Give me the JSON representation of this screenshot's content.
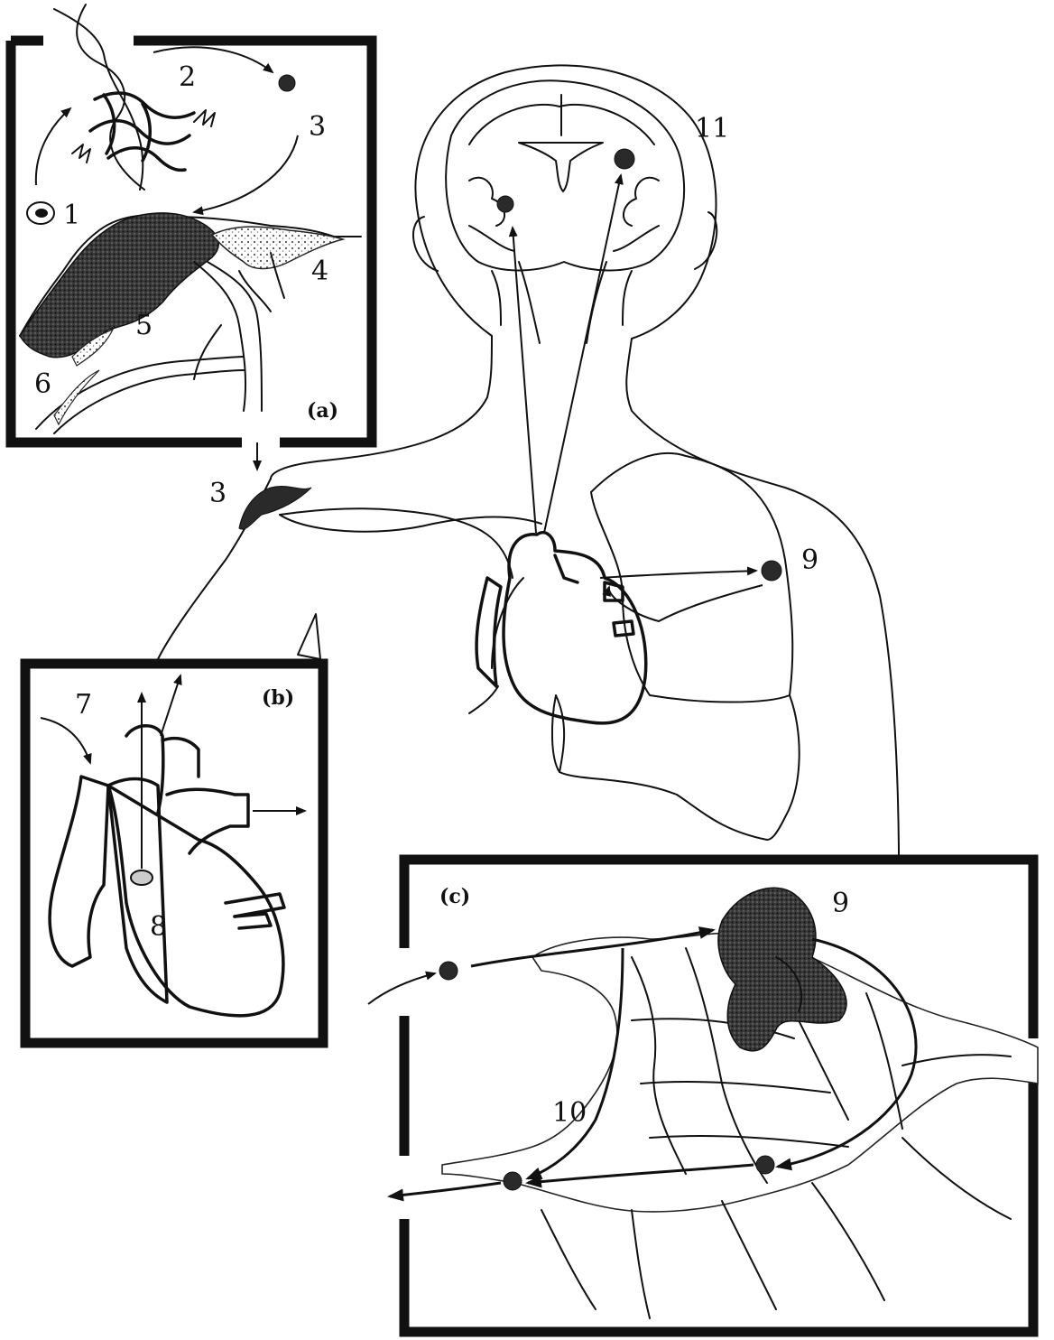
{
  "labels": {
    "n1": "1",
    "n2": "2",
    "n3_top": "3",
    "n3_shoulder": "3",
    "n4": "4",
    "n5": "5",
    "n6": "6",
    "n7": "7",
    "n8": "8",
    "n9_chest": "9",
    "n9_panel": "9",
    "n10": "10",
    "n11": "11"
  },
  "panels": {
    "a": "(a)",
    "b": "(b)",
    "c": "(c)"
  }
}
